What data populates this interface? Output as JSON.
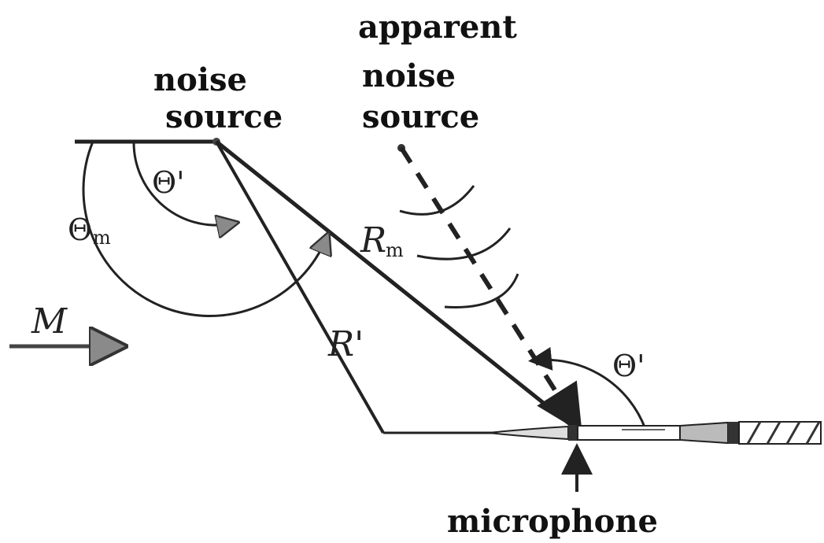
{
  "labels": {
    "noise_source": [
      "noise",
      "source"
    ],
    "apparent_noise_source": [
      "apparent",
      "noise",
      "source"
    ],
    "microphone": "microphone",
    "mach": "M",
    "theta_prime": "Θ'",
    "theta_m": "Θ",
    "theta_m_subscript": "m",
    "r_m": "R",
    "r_m_subscript": "m",
    "r_prime": "R'"
  },
  "colors": {
    "ink": "#1a1a1a",
    "arrow_fill": "#8a8a8a",
    "hatch": "#333333"
  }
}
